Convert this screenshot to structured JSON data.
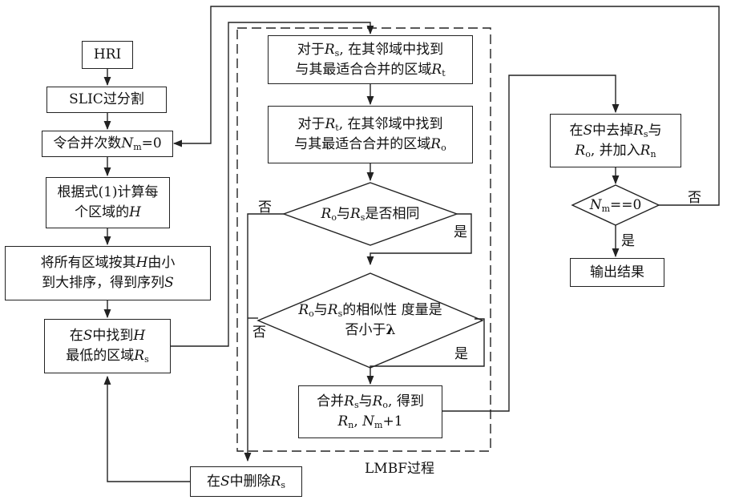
{
  "nodes": {
    "hri": {
      "line1": "HRI"
    },
    "slic": {
      "line1": "SLIC过分割"
    },
    "init": {
      "pre": "令合并次数",
      "var": "N",
      "sub": "m",
      "post": "=0"
    },
    "calc": {
      "line1a": "根据式(1)计算每",
      "line2a": "个区域的",
      "var": "H"
    },
    "sort": {
      "line1a": "将所有区域按其",
      "var1": "H",
      "line1b": "由小",
      "line2a": "到大排序，得到序列",
      "var2": "S"
    },
    "find": {
      "pre1": "在",
      "var1": "S",
      "mid1": "中找到",
      "var2": "H",
      "line2a": "最低的区域",
      "var3": "R",
      "sub3": "s"
    },
    "delete": {
      "pre": "在",
      "var1": "S",
      "mid": "中删除",
      "var2": "R",
      "sub2": "s"
    },
    "find_t": {
      "pre": "对于",
      "var1": "R",
      "sub1": "s",
      "mid": ", 在其邻域中找到",
      "line2a": "与其最适合合并的区域",
      "var2": "R",
      "sub2": "t"
    },
    "find_o": {
      "pre": "对于",
      "var1": "R",
      "sub1": "t",
      "mid": ", 在其邻域中找到",
      "line2a": "与其最适合合并的区域",
      "var2": "R",
      "sub2": "o"
    },
    "dec_same": {
      "var1": "R",
      "sub1": "o",
      "mid": "与",
      "var2": "R",
      "sub2": "s",
      "post": "是否相同"
    },
    "dec_sim": {
      "var1": "R",
      "sub1": "o",
      "mid": "与",
      "var2": "R",
      "sub2": "s",
      "post": "的相似性",
      "line2": "度量是否小于",
      "lambda": "λ"
    },
    "merge": {
      "pre": "合并",
      "var1": "R",
      "sub1": "s",
      "mid": "与",
      "var2": "R",
      "sub2": "o",
      "post": ", 得到",
      "var3": "R",
      "sub3": "n",
      "sep": ", ",
      "var4": "N",
      "sub4": "m",
      "post2": "+1"
    },
    "update": {
      "pre": "在",
      "var1": "S",
      "mid": "中去掉",
      "var2": "R",
      "sub2": "s",
      "post": "与",
      "var3": "R",
      "sub3": "o",
      "mid2": ", 并加入",
      "var4": "R",
      "sub4": "n"
    },
    "dec_nm": {
      "var": "N",
      "sub": "m",
      "post": "==0"
    },
    "output": {
      "line1": "输出结果"
    }
  },
  "labels": {
    "no1": "否",
    "yes1": "是",
    "no2": "否",
    "yes2": "是",
    "no3": "否",
    "yes3": "是",
    "process": "LMBF过程"
  }
}
